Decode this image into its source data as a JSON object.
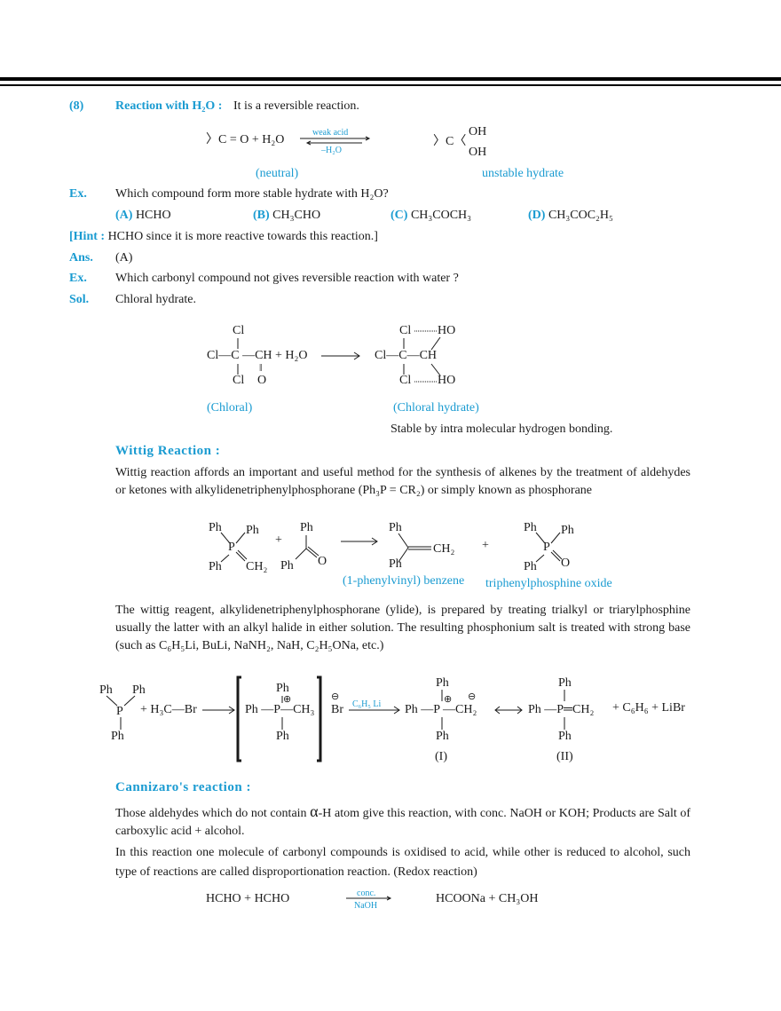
{
  "section8": {
    "num": "(8)",
    "heading": "Reaction with H₂O :",
    "text": "It is a reversible reaction."
  },
  "hydration": {
    "reactant": "〉C = O + H₂O",
    "above": "weak acid",
    "below": "–H₂O",
    "product_c": "〉C〈",
    "oh1": "OH",
    "oh2": "OH",
    "label_left": "(neutral)",
    "label_right": "unstable  hydrate"
  },
  "ex1": {
    "tag": "Ex.",
    "question": "Which compound form more stable hydrate with H₂O?",
    "options": [
      {
        "key": "(A)",
        "val": "HCHO"
      },
      {
        "key": "(B)",
        "val": "CH₃CHO"
      },
      {
        "key": "(C)",
        "val": "CH₃COCH₃"
      },
      {
        "key": "(D)",
        "val": "CH₃COC₂H₅"
      }
    ]
  },
  "hint": {
    "tag": "[Hint :",
    "text": "HCHO since it is more reactive towards this reaction.]"
  },
  "ans": {
    "tag": "Ans.",
    "text": "(A)"
  },
  "ex2": {
    "tag": "Ex.",
    "question": "Which carbonyl compound not gives reversible reaction with water ?"
  },
  "sol": {
    "tag": "Sol.",
    "text": "Chloral hydrate."
  },
  "chloral": {
    "cl_top": "Cl",
    "main": "Cl—C —CH + H₂O",
    "dbl": "‖",
    "cl_bot": "Cl",
    "o": "O",
    "p_cl_top": "Cl",
    "p_ho_top": "HO",
    "p_main": "Cl—C—CH",
    "p_cl_bot": "Cl",
    "p_ho_bot": "HO",
    "label_left": "(Chloral)",
    "label_right": "(Chloral hydrate)",
    "note": "Stable by intra molecular hydrogen bonding."
  },
  "wittig": {
    "heading": "Wittig Reaction :",
    "para": "Wittig reaction affords an important and useful method for the synthesis of alkenes by the treatment of aldehydes or ketones with alkylidenetriphenylphosphorane (Ph₃P = CR₂) or simply known as phosphorane",
    "ph": "Ph",
    "p": "P",
    "ch2": "CH₂",
    "o": "O",
    "plus": "+",
    "product1": "(1-phenylvinyl) benzene",
    "product2": "triphenylphosphine oxide",
    "para2": "The wittig reagent, alkylidenetriphenylphosphorane (ylide), is prepared by treating trialkyl or triarylphosphine usually the latter with an alkyl halide in either solution. The resulting phosphonium salt is treated with strong base (such as C₆H₅Li, BuLi, NaNH₂, NaH, C₂H₅ONa, etc.)"
  },
  "ylide": {
    "ph": "Ph",
    "p": "P",
    "plus_mebr": "+ H₃C—Br",
    "salt": "Ph —P—CH₃",
    "oplus": "⊕",
    "ominus": "⊖",
    "br": "Br",
    "reagent": "C₆H₅ Li",
    "i_main": "Ph —P —CH₂",
    "ii_main": "Ph —P═CH₂",
    "byproducts": "+ C₆H₆ + LiBr",
    "label_i": "(I)",
    "label_ii": "(II)"
  },
  "cannizaro": {
    "heading": "Cannizaro's reaction :",
    "para1_a": "Those aldehydes which do not contain",
    "alpha": "α",
    "para1_b": "-H atom give this reaction, with conc. NaOH or KOH; Products",
    "para1_c": "are Salt of carboxylic acid + alcohol.",
    "para2": "In this reaction one molecule of carbonyl compounds is oxidised to acid, while other is reduced to alcohol, such type of reactions are called disproportionation reaction. (Redox reaction)",
    "reactants": "HCHO + HCHO",
    "above": "conc.",
    "below": "NaOH",
    "products": "HCOONa + CH₃OH"
  },
  "colors": {
    "accent": "#1a9bd1",
    "text": "#1a1a1a"
  }
}
